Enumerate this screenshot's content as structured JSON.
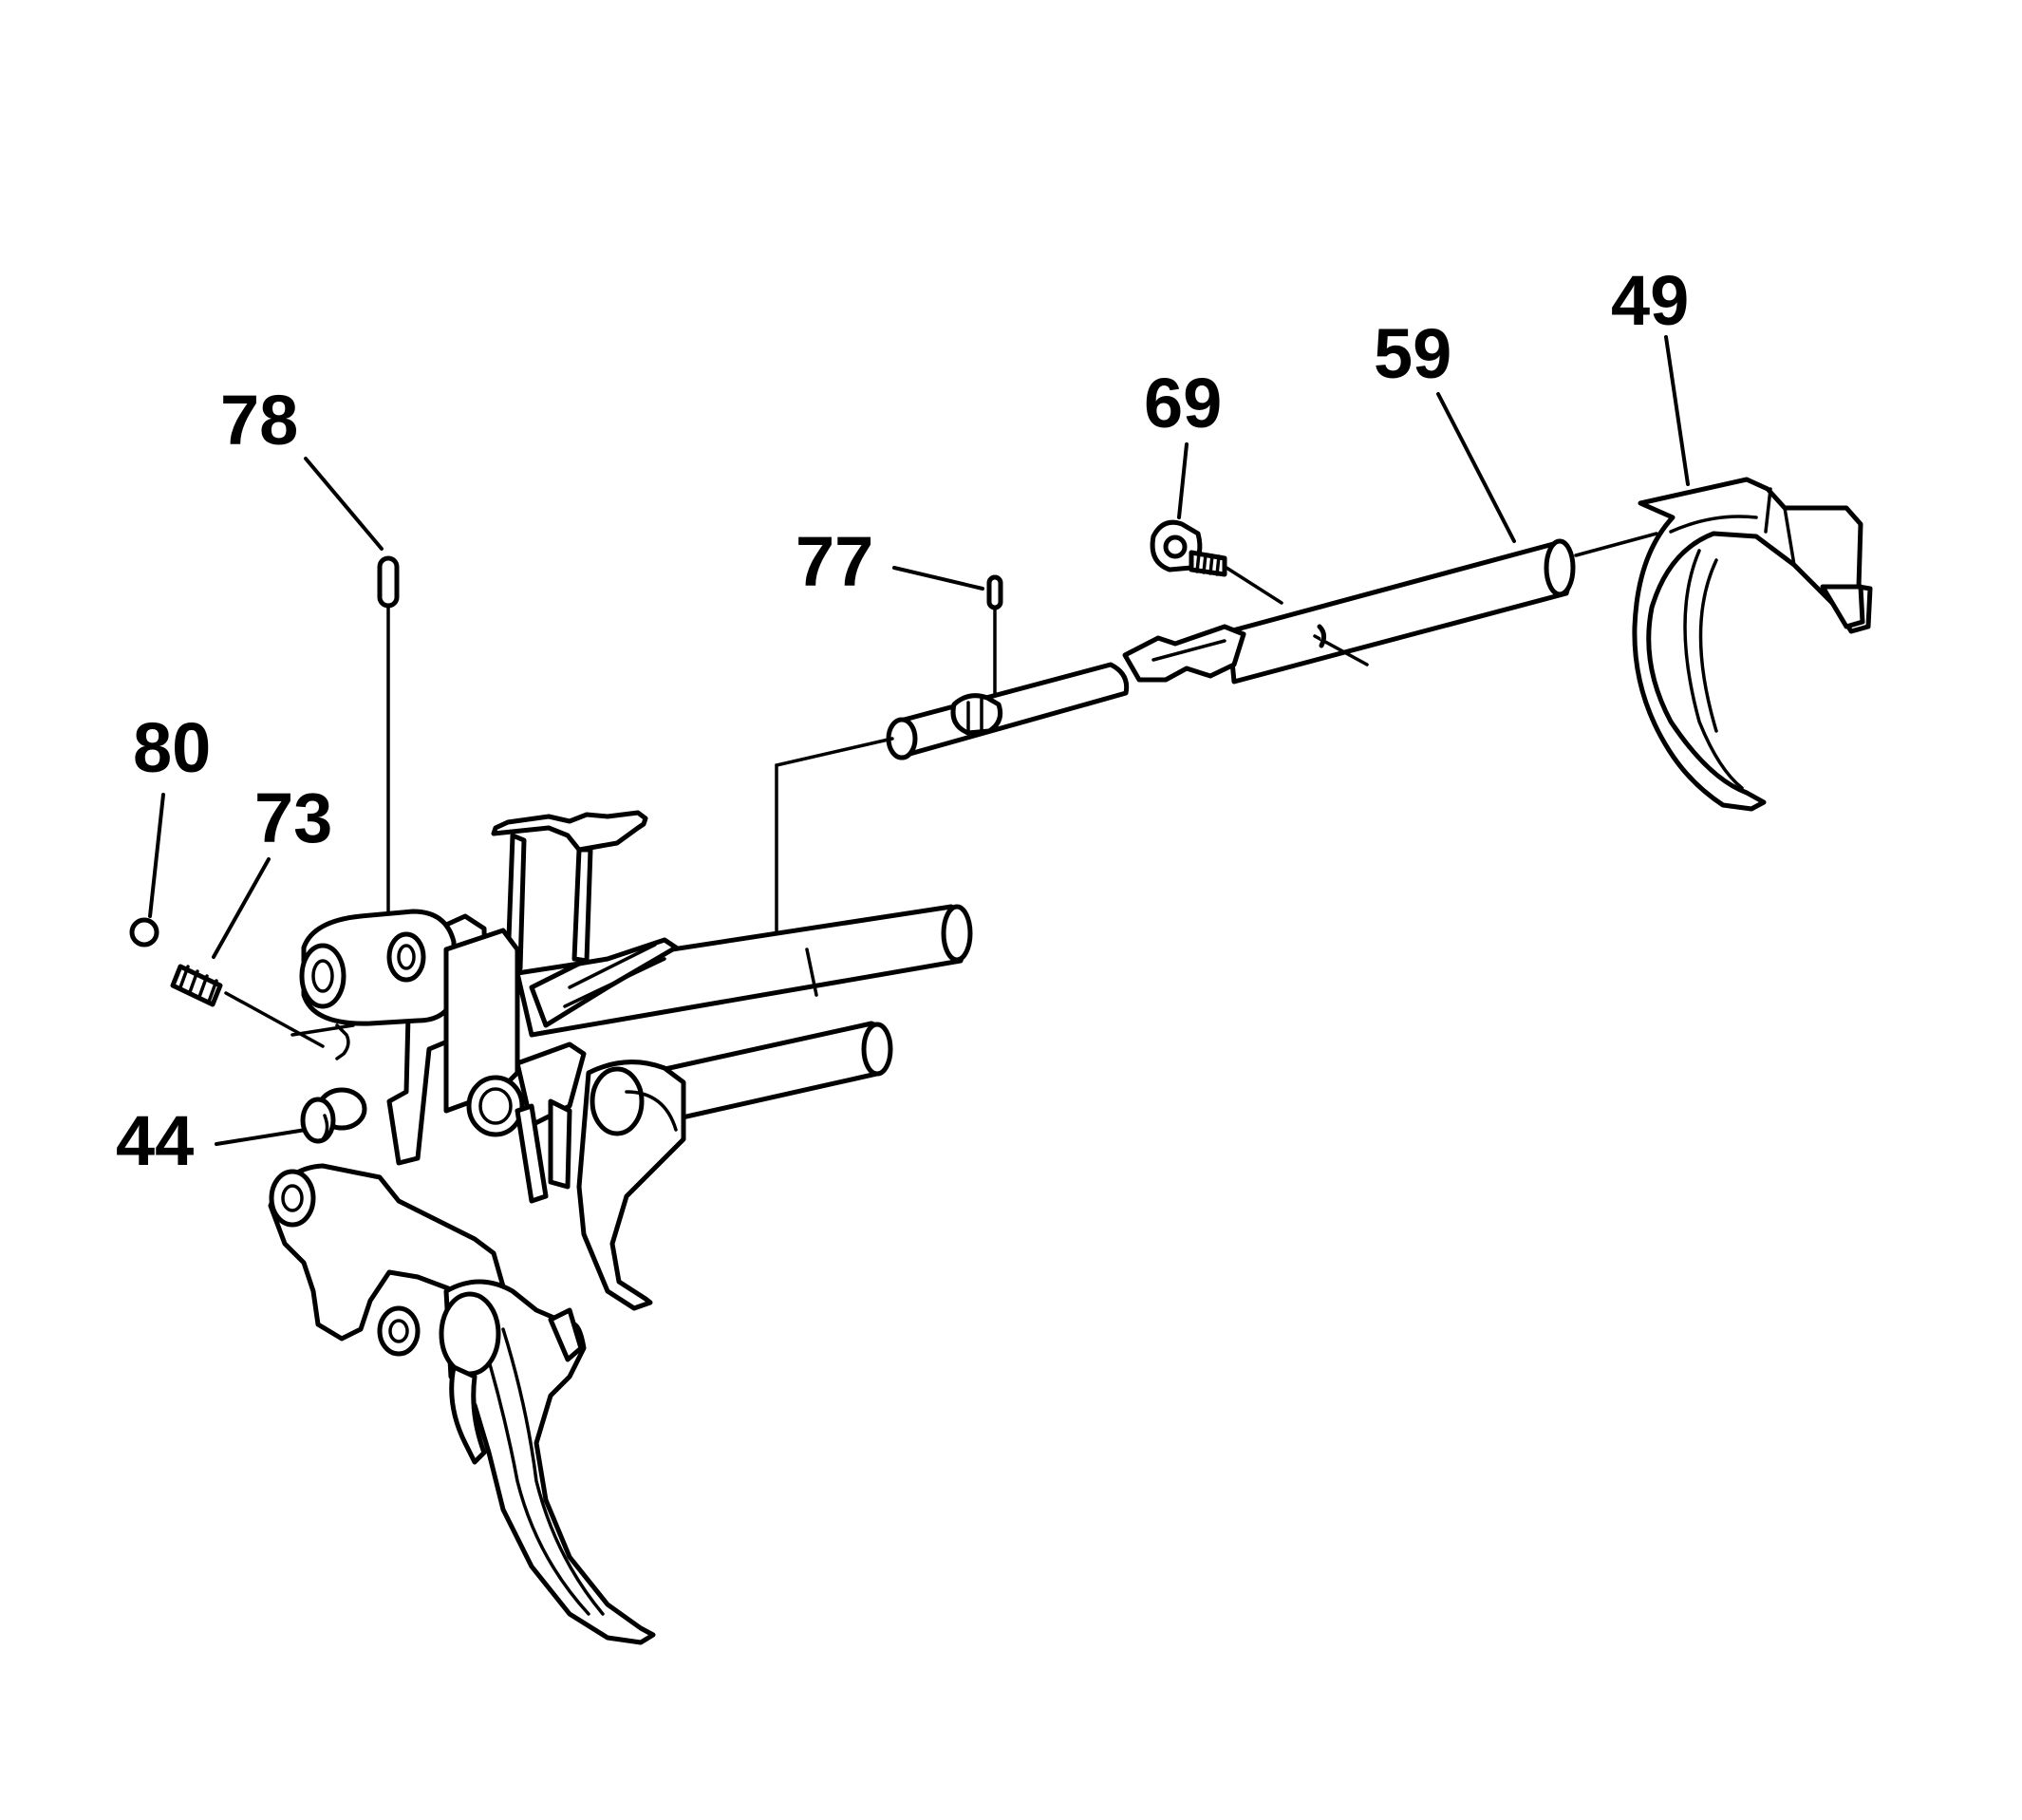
{
  "diagram": {
    "type": "exploded-parts-diagram",
    "callouts": [
      {
        "id": "78",
        "label": "78"
      },
      {
        "id": "77",
        "label": "77"
      },
      {
        "id": "69",
        "label": "69"
      },
      {
        "id": "59",
        "label": "59"
      },
      {
        "id": "49",
        "label": "49"
      },
      {
        "id": "80",
        "label": "80"
      },
      {
        "id": "73",
        "label": "73"
      },
      {
        "id": "44",
        "label": "44"
      }
    ],
    "colors": {
      "line": "#000000",
      "background": "#ffffff"
    }
  }
}
